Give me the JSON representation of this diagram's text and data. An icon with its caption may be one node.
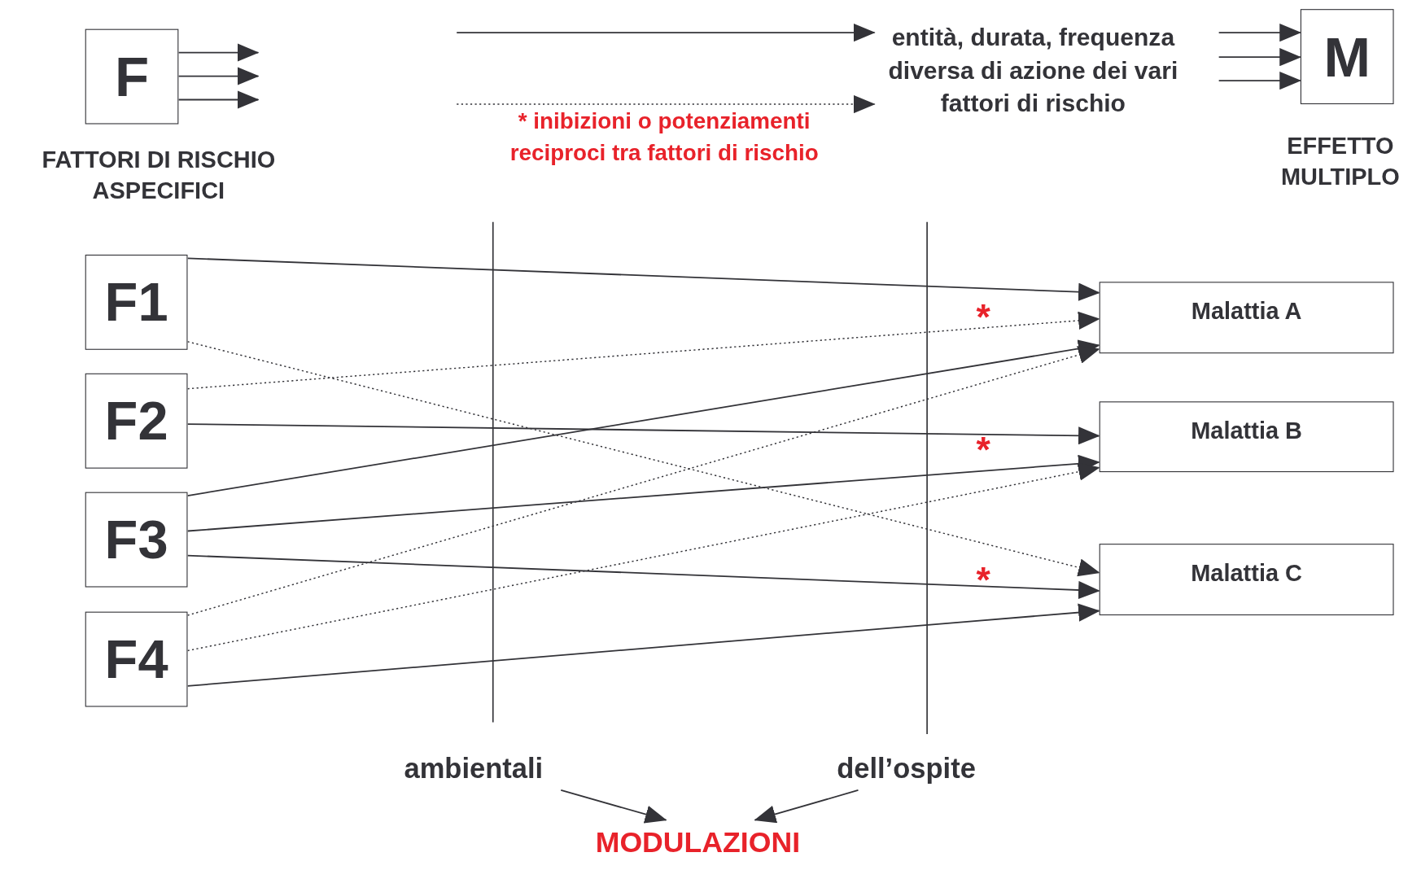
{
  "diagram": {
    "nodes": [
      {
        "text": [
          "F"
        ],
        "beside": [
          "FATTORI DI RISCHIO ASPECIFICI"
        ]
      },
      {
        "text": [
          "entità, durata, frequenza diversa di azione dei vari fattori di rischio"
        ]
      },
      {
        "text": [
          "M"
        ],
        "beside": [
          "EFFETTO MULTIPLO"
        ]
      },
      {
        "text": [
          "F1"
        ]
      },
      {
        "text": [
          "F2"
        ]
      },
      {
        "text": [
          "F3"
        ]
      },
      {
        "text": [
          "F4"
        ]
      },
      {
        "text": [
          "Malattia A"
        ]
      },
      {
        "text": [
          "Malattia B"
        ]
      },
      {
        "text": [
          "Malattia C"
        ]
      },
      {
        "text": [
          "ambientali"
        ]
      },
      {
        "text": [
          "dell’ospite"
        ]
      },
      {
        "text": [
          "MODULAZIONI"
        ]
      }
    ],
    "edges": [
      {
        "from": 0,
        "to": null,
        "arrow": "to"
      },
      {
        "from": 0,
        "to": null,
        "arrow": "to"
      },
      {
        "from": 0,
        "to": null,
        "arrow": "to"
      },
      {
        "from": null,
        "to": 1,
        "arrow": "to"
      },
      {
        "from": null,
        "to": 1,
        "arrow": "to",
        "style": "dashed"
      },
      {
        "from": null,
        "to": 2,
        "arrow": "to"
      },
      {
        "from": null,
        "to": 2,
        "arrow": "to"
      },
      {
        "from": null,
        "to": 2,
        "arrow": "to"
      },
      {
        "from": 3,
        "to": 7,
        "arrow": "to"
      },
      {
        "from": 3,
        "to": 9,
        "arrow": "to",
        "style": "dashed"
      },
      {
        "from": 4,
        "to": 7,
        "arrow": "to",
        "style": "dashed"
      },
      {
        "from": 4,
        "to": 8,
        "arrow": "to"
      },
      {
        "from": 5,
        "to": 7,
        "arrow": "to"
      },
      {
        "from": 5,
        "to": 8,
        "arrow": "to"
      },
      {
        "from": 5,
        "to": 9,
        "arrow": "to"
      },
      {
        "from": 6,
        "to": 7,
        "arrow": "to",
        "style": "dashed"
      },
      {
        "from": 6,
        "to": 8,
        "arrow": "to",
        "style": "dashed"
      },
      {
        "from": 6,
        "to": 9,
        "arrow": "to"
      },
      {
        "from": 10,
        "to": 12,
        "arrow": "to"
      },
      {
        "from": 11,
        "to": 12,
        "arrow": "to"
      }
    ],
    "labels": [
      "* inibizioni o potenziamenti reciproci tra fattori di rischio",
      "*",
      "*",
      "*"
    ]
  }
}
